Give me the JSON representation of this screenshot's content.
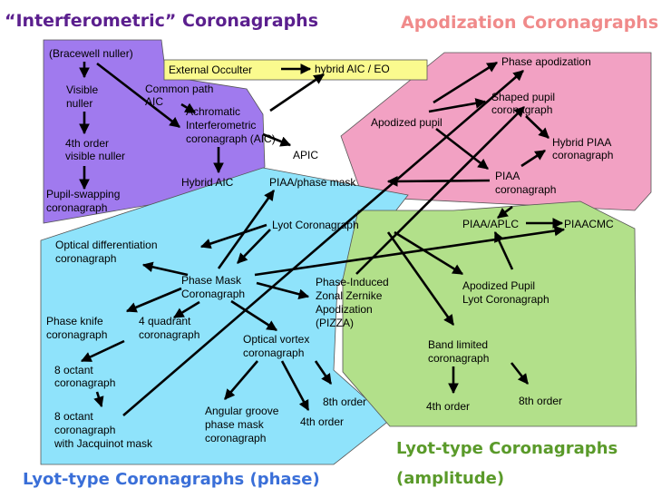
{
  "colors": {
    "interferometric": "#a07aee",
    "apodization": "#f2a1c3",
    "lyot_phase": "#8fe3fb",
    "lyot_amplitude": "#b2e08a",
    "external": "#fafa8e",
    "title_interferometric": "#5b1f8e",
    "title_apodization": "#f08a8a",
    "title_lyot_phase": "#3a6fd8",
    "title_lyot_amplitude": "#5a9a2a"
  },
  "titles": {
    "interferometric": "“Interferometric” Coronagraphs",
    "apodization": "Apodization Coronagraphs",
    "lyot_phase": "Lyot-type Coronagraphs (phase)",
    "lyot_amplitude_1": "Lyot-type Coronagraphs",
    "lyot_amplitude_2": "(amplitude)"
  },
  "nodes": {
    "bracewell": "(Bracewell nuller)",
    "visible_nuller_1": "Visible",
    "visible_nuller_2": "nuller",
    "common_path_1": "Common path",
    "common_path_2": "AIC",
    "achromatic_1": "Achromatic",
    "achromatic_2": "Interferometric",
    "achromatic_3": "coronagraph (AIC)",
    "fourth_nuller_1": "4th order",
    "fourth_nuller_2": "visible nuller",
    "apic": "APIC",
    "hybrid_aic": "Hybrid AIC",
    "pupil_swap_1": "Pupil-swapping",
    "pupil_swap_2": "coronagraph",
    "external_occulter": "External Occulter",
    "hybrid_aic_eo": "hybrid AIC / EO",
    "phase_apodization": "Phase apodization",
    "shaped_pupil_1": "Shaped pupil",
    "shaped_pupil_2": "coronagraph",
    "apodized_pupil": "Apodized pupil",
    "hybrid_piaa_1": "Hybrid PIAA",
    "hybrid_piaa_2": "coronagraph",
    "piaa_1": "PIAA",
    "piaa_2": "coronagraph",
    "piaa_aplc": "PIAA/APLC",
    "piaacmc": "PIAACMC",
    "piaa_phase_mask": "PIAA/phase mask",
    "lyot_coronagraph": "Lyot Coronagraph",
    "optical_diff_1": "Optical differentiation",
    "optical_diff_2": "coronagraph",
    "phase_mask_1": "Phase Mask",
    "phase_mask_2": "Coronagraph",
    "pizza_1": "Phase-Induced",
    "pizza_2": "Zonal Zernike",
    "pizza_3": "Apodization",
    "pizza_4": "(PIZZA)",
    "phase_knife_1": "Phase knife",
    "phase_knife_2": "coronagraph",
    "four_quadrant_1": "4 quadrant",
    "four_quadrant_2": "coronagraph",
    "optical_vortex_1": "Optical vortex",
    "optical_vortex_2": "coronagraph",
    "eight_octant_1": "8 octant",
    "eight_octant_2": "coronagraph",
    "eight_octant_j_1": "8 octant",
    "eight_octant_j_2": "coronagraph",
    "eight_octant_j_3": "with Jacquinot mask",
    "angular_groove_1": "Angular groove",
    "angular_groove_2": "phase mask",
    "angular_groove_3": "coronagraph",
    "vortex_8th": "8th order",
    "vortex_4th": "4th order",
    "aplc_1": "Apodized Pupil",
    "aplc_2": "Lyot Coronagraph",
    "band_limited_1": "Band limited",
    "band_limited_2": "coronagraph",
    "band_4th": "4th order",
    "band_8th": "8th order"
  }
}
